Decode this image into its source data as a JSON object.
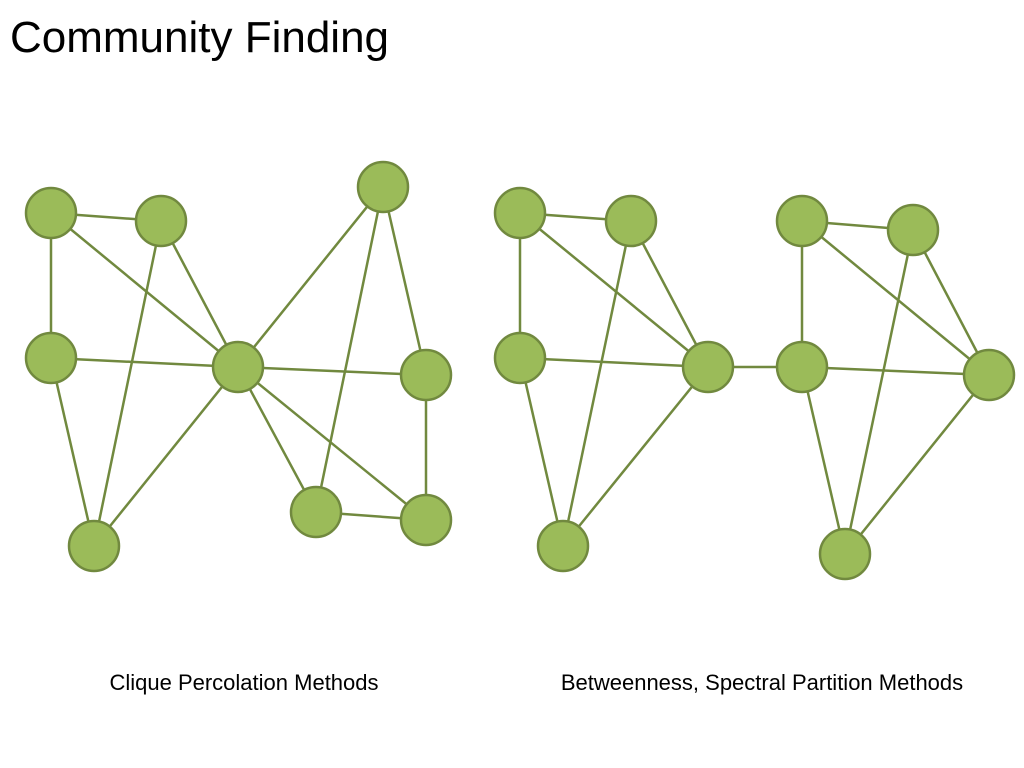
{
  "slide": {
    "title": "Community Finding"
  },
  "colors": {
    "node_fill": "#9bbb59",
    "node_stroke": "#71893f",
    "edge": "#71893f"
  },
  "graphs": [
    {
      "id": "clique-percolation",
      "caption": "Clique Percolation Methods",
      "nodes": [
        "n1",
        "n2",
        "n3",
        "n4",
        "n5",
        "n6",
        "n7",
        "n8",
        "n9"
      ],
      "edges": [
        [
          "n1",
          "n2"
        ],
        [
          "n1",
          "n3"
        ],
        [
          "n1",
          "n5"
        ],
        [
          "n2",
          "n5"
        ],
        [
          "n2",
          "n4"
        ],
        [
          "n3",
          "n5"
        ],
        [
          "n3",
          "n4"
        ],
        [
          "n4",
          "n5"
        ],
        [
          "n5",
          "n6"
        ],
        [
          "n5",
          "n7"
        ],
        [
          "n5",
          "n8"
        ],
        [
          "n5",
          "n9"
        ],
        [
          "n6",
          "n7"
        ],
        [
          "n6",
          "n8"
        ],
        [
          "n7",
          "n9"
        ],
        [
          "n8",
          "n9"
        ]
      ]
    },
    {
      "id": "betweenness-spectral",
      "caption": "Betweenness, Spectral Partition Methods",
      "nodes": [
        "m1",
        "m2",
        "m3",
        "m4",
        "m5",
        "m6",
        "m7",
        "m8",
        "m9",
        "m10"
      ],
      "edges": [
        [
          "m1",
          "m2"
        ],
        [
          "m1",
          "m3"
        ],
        [
          "m1",
          "m5"
        ],
        [
          "m2",
          "m5"
        ],
        [
          "m2",
          "m4"
        ],
        [
          "m3",
          "m5"
        ],
        [
          "m3",
          "m4"
        ],
        [
          "m4",
          "m5"
        ],
        [
          "m5",
          "m6"
        ],
        [
          "m6",
          "m7"
        ],
        [
          "m6",
          "m10"
        ],
        [
          "m6",
          "m9"
        ],
        [
          "m7",
          "m8"
        ],
        [
          "m7",
          "m9"
        ],
        [
          "m8",
          "m9"
        ],
        [
          "m8",
          "m10"
        ],
        [
          "m9",
          "m10"
        ]
      ]
    }
  ]
}
